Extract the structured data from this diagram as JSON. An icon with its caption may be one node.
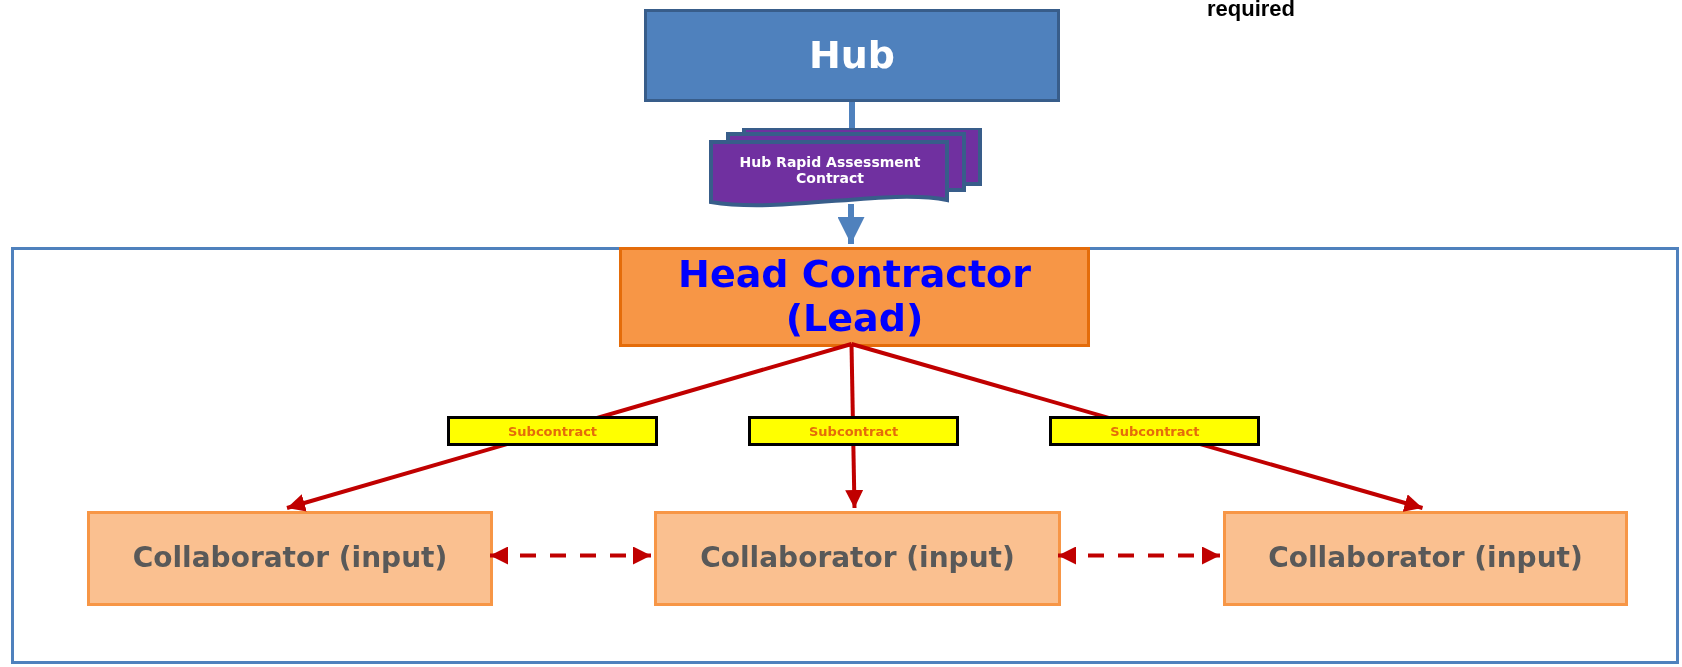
{
  "diagram": {
    "nodes": [
      {
        "text": [
          "Hub"
        ]
      },
      {
        "text": [
          "Hub Rapid Assessment Contract"
        ]
      },
      {
        "text": [],
        "shape": "box"
      },
      {
        "text": [
          "Head Contractor (Lead)"
        ],
        "in": 2
      },
      {
        "text": [
          "Collaborator (input)"
        ],
        "in": 2
      },
      {
        "text": [
          "Collaborator (input)"
        ],
        "in": 2
      },
      {
        "text": [
          "Collaborator (input)"
        ],
        "in": 2
      }
    ],
    "edges": [
      {
        "from": 0,
        "to": 1,
        "arrow": "none",
        "color": "#4f81bd"
      },
      {
        "from": 1,
        "to": 3,
        "arrow": "to",
        "color": "#4f81bd"
      },
      {
        "from": 3,
        "to": 4,
        "arrow": "to",
        "label": "Subcontract"
      },
      {
        "from": 3,
        "to": 5,
        "arrow": "to",
        "label": "Subcontract"
      },
      {
        "from": 3,
        "to": 6,
        "arrow": "to",
        "label": "Subcontract"
      },
      {
        "from": 4,
        "to": 5,
        "arrow": "both",
        "style": "dashed"
      },
      {
        "from": 5,
        "to": 6,
        "arrow": "both",
        "style": "dashed"
      }
    ],
    "labels": [
      "required"
    ]
  }
}
